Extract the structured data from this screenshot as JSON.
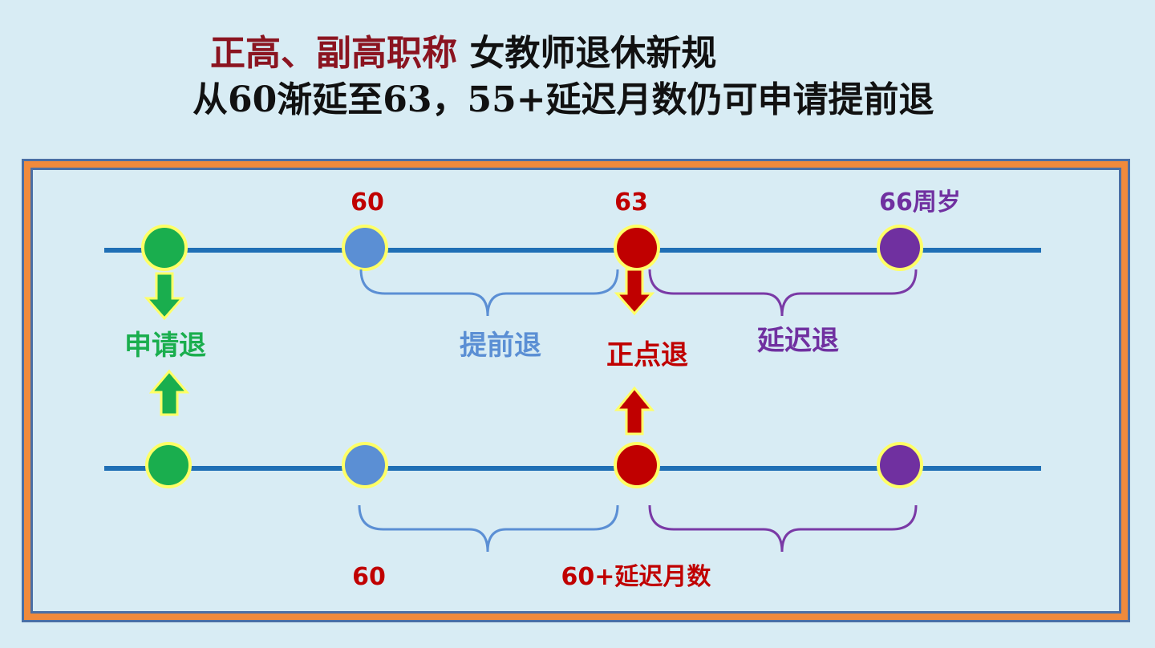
{
  "title": {
    "line1_accent": "正高、副高职称",
    "line1_rest": " 女教师退休新规",
    "line2": "从60渐延至63，55+延迟月数仍可申请提前退"
  },
  "top_timeline": {
    "age_60": "60",
    "age_63": "63",
    "age_66": "66周岁"
  },
  "labels": {
    "apply": "申请退",
    "early": "提前退",
    "ontime": "正点退",
    "delayed": "延迟退"
  },
  "bottom_timeline": {
    "age_60": "60",
    "age_60_plus": "60+延迟月数"
  },
  "colors": {
    "green": "#1aae4e",
    "blue": "#5b8fd4",
    "red": "#c00000",
    "purple": "#7030a0",
    "line": "#1f6fb5",
    "ring": "#ffff66",
    "brace_blue": "#5b8fd4",
    "brace_purple": "#7a3aa6",
    "frame_orange": "#f08a3c",
    "frame_blue": "#4a6fa5"
  }
}
